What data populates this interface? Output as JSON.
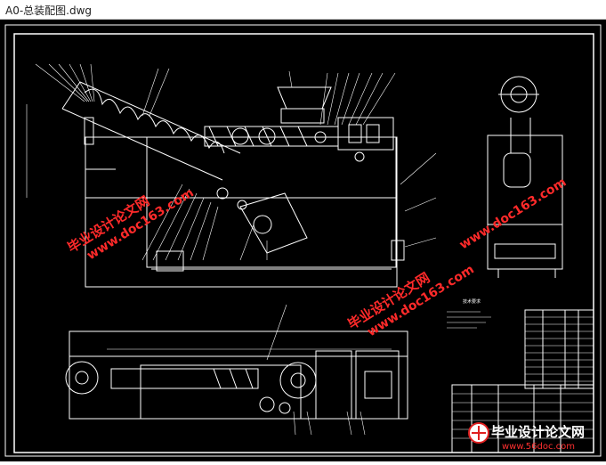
{
  "window": {
    "title": "A0-总装配图.dwg"
  },
  "drawing": {
    "bom_heading": "技术要求"
  },
  "watermarks": {
    "line1": "毕业设计论文网",
    "line2": "www.doc163.com"
  },
  "logo": {
    "name": "毕业设计论文网",
    "url": "www.56doc.com"
  },
  "colors": {
    "background": "#000000",
    "lines": "#ffffff",
    "watermark": "#ff2a2a",
    "title_bg": "#ffffff"
  }
}
